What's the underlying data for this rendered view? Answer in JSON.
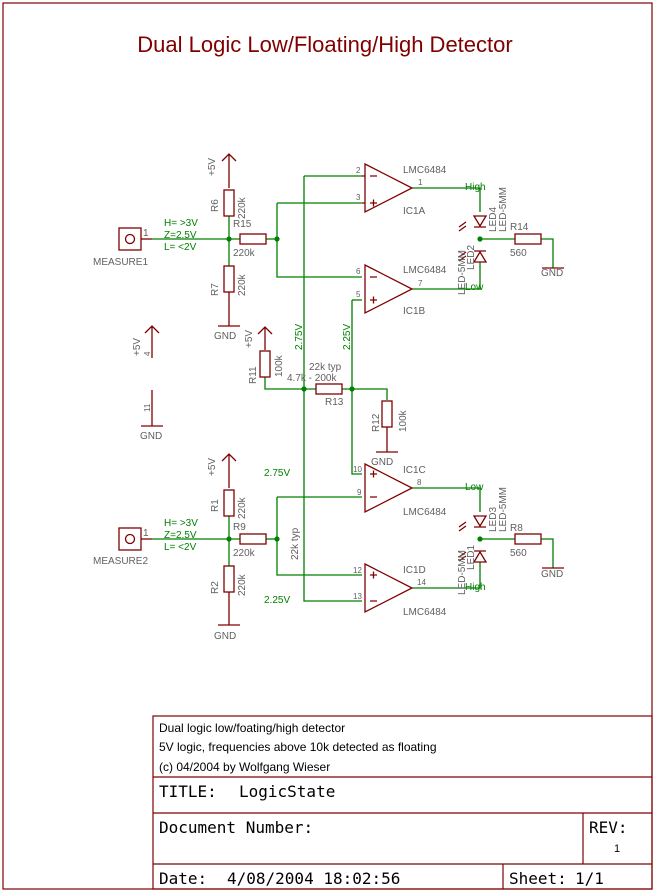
{
  "title": "Dual Logic Low/Floating/High Detector",
  "colors": {
    "part": "#800000",
    "wire": "#008000",
    "text": "#606060",
    "frame": "#800000"
  },
  "inputs": [
    {
      "name": "MEASURE1",
      "pin": "1",
      "levels": [
        "H= >3V",
        "Z=2.5V",
        "L= <2V"
      ]
    },
    {
      "name": "MEASURE2",
      "pin": "1",
      "levels": [
        "H= >3V",
        "Z=2.5V",
        "L= <2V"
      ]
    }
  ],
  "power": {
    "vcc": "+5V",
    "gnd": "GND",
    "pin4": "4",
    "pin11": "11"
  },
  "resistors": {
    "R6": {
      "name": "R6",
      "value": "220k"
    },
    "R7": {
      "name": "R7",
      "value": "220k"
    },
    "R15": {
      "name": "R15",
      "value": "220k"
    },
    "R1": {
      "name": "R1",
      "value": "220k"
    },
    "R2": {
      "name": "R2",
      "value": "220k"
    },
    "R9": {
      "name": "R9",
      "value": "220k"
    },
    "R11": {
      "name": "R11",
      "value": "100k"
    },
    "R12": {
      "name": "R12",
      "value": "100k"
    },
    "R13": {
      "name": "R13",
      "value": "4.7k - 200k",
      "note": "22k typ"
    },
    "R14": {
      "name": "R14",
      "value": "560"
    },
    "R8": {
      "name": "R8",
      "value": "560"
    }
  },
  "opamps": {
    "IC1A": {
      "name": "IC1A",
      "part": "LMC6484",
      "pins": [
        "2",
        "3",
        "1"
      ]
    },
    "IC1B": {
      "name": "IC1B",
      "part": "LMC6484",
      "pins": [
        "6",
        "5",
        "7"
      ]
    },
    "IC1C": {
      "name": "IC1C",
      "part": "LMC6484",
      "pins": [
        "10",
        "9",
        "8"
      ]
    },
    "IC1D": {
      "name": "IC1D",
      "part": "LMC6484",
      "pins": [
        "12",
        "13",
        "14"
      ]
    }
  },
  "leds": {
    "LED4": {
      "name": "LED4",
      "type": "LED-5MM"
    },
    "LED2": {
      "name": "LED2",
      "type": "LED-5MM"
    },
    "LED3": {
      "name": "LED3",
      "type": "LED-5MM"
    },
    "LED1": {
      "name": "LED1",
      "type": "LED-5MM"
    }
  },
  "signals": {
    "high": "High",
    "low": "Low"
  },
  "voltages": {
    "v275": "2.75V",
    "v225": "2.25V",
    "r13_typ": "22k typ"
  },
  "titleblock": {
    "desc1": "Dual logic low/foating/high detector",
    "desc2": "5V logic, frequencies above 10k detected as floating",
    "desc3": "(c) 04/2004 by Wolfgang Wieser",
    "title_label": "TITLE:",
    "title_value": "LogicState",
    "docnum_label": "Document Number:",
    "rev_label": "REV:",
    "rev_value": "1",
    "date_label": "Date:",
    "date_value": "4/08/2004 18:02:56",
    "sheet_label": "Sheet:",
    "sheet_value": "1/1"
  }
}
